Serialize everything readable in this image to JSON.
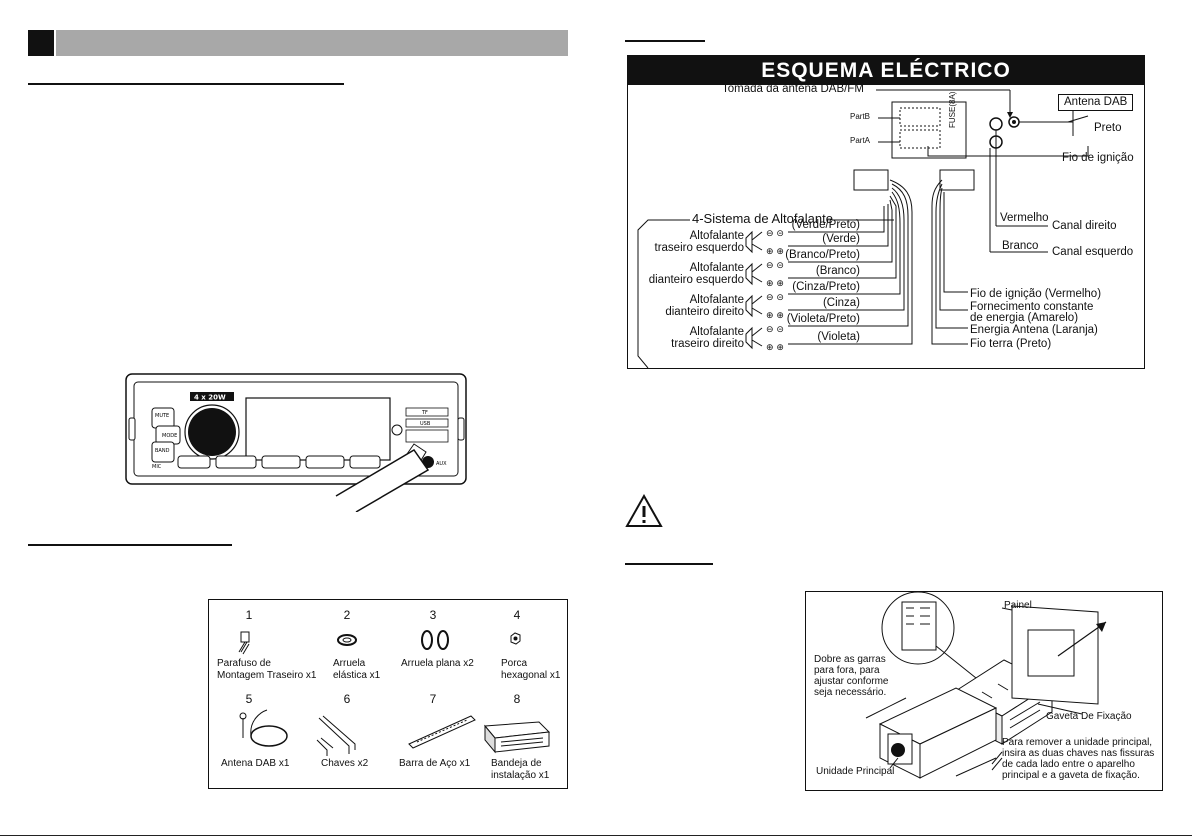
{
  "wiring": {
    "title": "ESQUEMA ELÉCTRICO",
    "antenna_socket": "Tomada da antena DAB/FM",
    "part_b": "PartB",
    "part_a": "PartA",
    "fuse": "FUSE(8A)",
    "antenna_dab": "Antena DAB",
    "preto": "Preto",
    "ignition_wire": "Fio de ignição",
    "vermelho": "Vermelho",
    "canal_direito": "Canal direito",
    "branco": "Branco",
    "canal_esquerdo": "Canal esquerdo",
    "speaker_system": "4-Sistema de Altofalante",
    "speakers": [
      {
        "name_line1": "Altofalante",
        "name_line2": "traseiro esquerdo",
        "neg": "(Verde/Preto)",
        "pos": "(Verde)"
      },
      {
        "name_line1": "Altofalante",
        "name_line2": "dianteiro esquerdo",
        "neg": "(Branco/Preto)",
        "pos": "(Branco)"
      },
      {
        "name_line1": "Altofalante",
        "name_line2": "dianteiro direito",
        "neg": "(Cinza/Preto)",
        "pos": "(Cinza)"
      },
      {
        "name_line1": "Altofalante",
        "name_line2": "traseiro direito",
        "neg": "(Violeta/Preto)",
        "pos": "(Violeta)"
      }
    ],
    "power": {
      "ignition_red": "Fio de ignição (Vermelho)",
      "constant_line1": "Fornecimento constante",
      "constant_line2": "de energia (Amarelo)",
      "antenna_power": "Energia Antena (Laranja)",
      "ground": "Fio terra (Preto)"
    }
  },
  "radio": {
    "power_badge": "4 x 20W",
    "labels": {
      "mute": "MUTE",
      "mode": "MODE",
      "band": "BAND",
      "tf": "TF",
      "usb": "USB",
      "aux": "AUX",
      "mic": "MIC"
    }
  },
  "accessories": {
    "items": [
      {
        "num": "1",
        "line1": "Parafuso de",
        "line2": "Montagem Traseiro x1"
      },
      {
        "num": "2",
        "line1": "Arruela",
        "line2": "elástica x1"
      },
      {
        "num": "3",
        "line1": "Arruela plana x2",
        "line2": ""
      },
      {
        "num": "4",
        "line1": "Porca",
        "line2": "hexagonal x1"
      },
      {
        "num": "5",
        "line1": "Antena DAB x1",
        "line2": ""
      },
      {
        "num": "6",
        "line1": "Chaves x2",
        "line2": ""
      },
      {
        "num": "7",
        "line1": "Barra de Aço x1",
        "line2": ""
      },
      {
        "num": "8",
        "line1": "Bandeja de",
        "line2": "instalação x1"
      }
    ]
  },
  "install": {
    "painel": "Painel",
    "bend_1": "Dobre as garras",
    "bend_2": "para fora, para",
    "bend_3": "ajustar conforme",
    "bend_4": "seja necessário.",
    "gaveta": "Gaveta De Fixação",
    "unidade": "Unidade Principal",
    "remove_1": "Para remover a unidade principal,",
    "remove_2": "insira as duas chaves nas fissuras",
    "remove_3": "de cada lado entre o aparelho",
    "remove_4": "principal e a gaveta de fixação."
  }
}
